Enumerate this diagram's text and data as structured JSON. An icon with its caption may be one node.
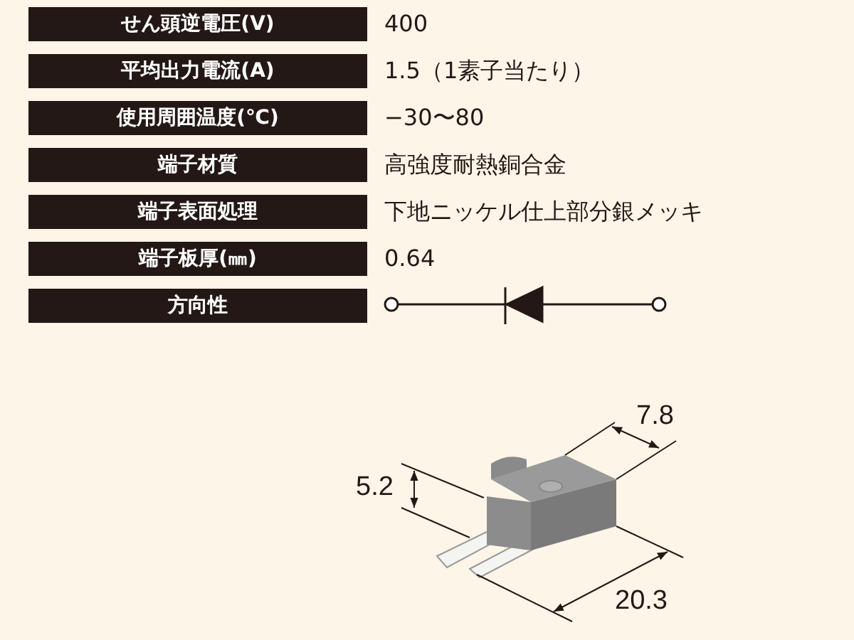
{
  "diagram": {
    "labels": [
      "せん頭逆電圧(V)",
      "400",
      "平均出力電流(A)",
      "1.5（1素子当たり）",
      "使用周囲温度(℃)",
      "−30〜80",
      "端子材質",
      "高強度耐熱銅合金",
      "端子表面処理",
      "下地ニッケル仕上部分銀メッキ",
      "端子板厚(㎜)",
      "0.64",
      "方向性",
      "7.8",
      "5.2",
      "20.3"
    ]
  }
}
